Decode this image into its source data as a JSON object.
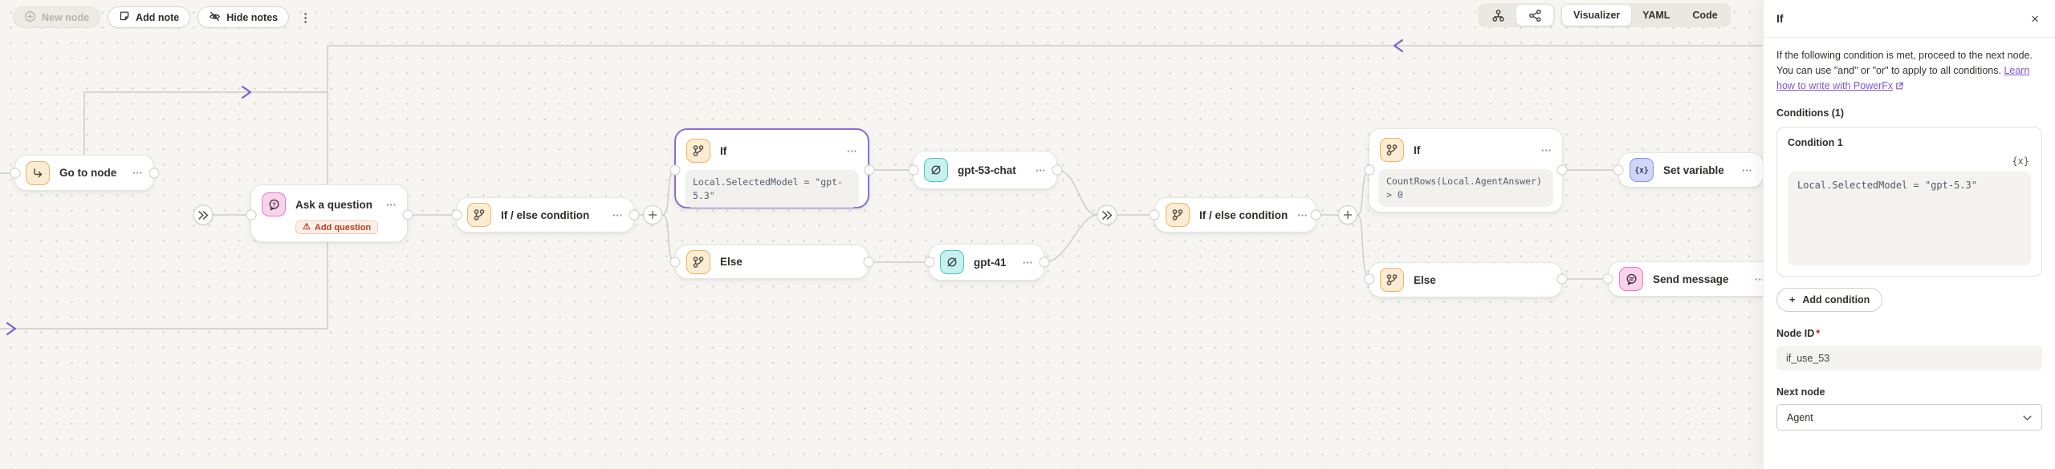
{
  "toolbar": {
    "new_node": "New node",
    "add_note": "Add note",
    "hide_notes": "Hide notes"
  },
  "view_controls": {
    "tabs": [
      {
        "label": "Visualizer",
        "active": true
      },
      {
        "label": "YAML",
        "active": false
      },
      {
        "label": "Code",
        "active": false
      }
    ]
  },
  "ui": {
    "menu": "···"
  },
  "icons": {
    "kebab": "⋮",
    "warning": "⚠",
    "close": "×",
    "set_variable_glyph": "{x}",
    "fx_glyph": "{x}",
    "plus": "+"
  },
  "canvas": {
    "nodes": {
      "go_to_node": {
        "label": "Go to node"
      },
      "ask_a_question": {
        "label": "Ask a question",
        "warning": "Add question"
      },
      "if_else_1": {
        "label": "If / else condition"
      },
      "if_1": {
        "label": "If",
        "code": "Local.SelectedModel = \"gpt-5.3\""
      },
      "else_1": {
        "label": "Else"
      },
      "gpt_53_chat": {
        "label": "gpt-53-chat"
      },
      "gpt_41": {
        "label": "gpt-41"
      },
      "if_else_2": {
        "label": "If / else condition"
      },
      "if_2": {
        "label": "If",
        "code": "CountRows(Local.AgentAnswer) > 0"
      },
      "else_2": {
        "label": "Else"
      },
      "set_variable": {
        "label": "Set variable"
      },
      "send_message": {
        "label": "Send message"
      }
    }
  },
  "panel": {
    "title": "If",
    "description": "If the following condition is met, proceed to the next node. You can use \"and\" or \"or\" to apply to all conditions.",
    "link_text": "Learn how to write with PowerFx",
    "conditions_heading": "Conditions (1)",
    "condition_title": "Condition 1",
    "formula": "Local.SelectedModel = \"gpt-5.3\"",
    "add_condition_label": "Add condition",
    "node_id_label": "Node ID",
    "required_marker": "*",
    "node_id_value": "if_use_53",
    "next_node_label": "Next node",
    "next_node_value": "Agent"
  },
  "colors": {
    "selection_purple": "#8b6fd8",
    "wire_gray": "#cfccc6",
    "arrow_purple": "#7a5ad2",
    "warning_red": "#bf3a1e",
    "icon_orange_border": "#eeb363",
    "icon_pink_border": "#e478c5",
    "icon_teal_border": "#48c3c3",
    "icon_periwinkle_border": "#8795ea",
    "link_purple": "#7b57d4"
  }
}
